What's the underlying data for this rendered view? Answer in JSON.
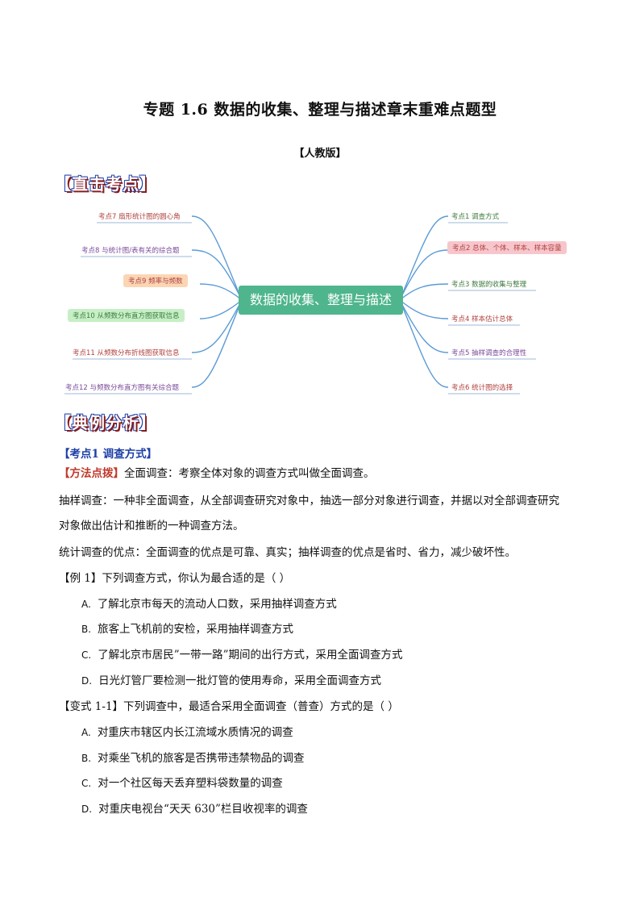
{
  "title": "专题 1.6    数据的收集、整理与描述章末重难点题型",
  "edition": "【人教版】",
  "banners": {
    "kaodian": "【直击考点】",
    "dianli": "【典例分析】"
  },
  "mindmap": {
    "center": "数据的收集、整理与描述",
    "left": [
      "考点7 扇形统计图的圆心角",
      "考点8 与统计图/表有关的综合题",
      "考点9 频率与频数",
      "考点10 从频数分布直方图获取信息",
      "考点11 从频数分布折线图获取信息",
      "考点12 与频数分布直方图有关综合题"
    ],
    "right": [
      "考点1 调查方式",
      "考点2 总体、个体、样本、样本容量",
      "考点3 数据的收集与整理",
      "考点4 样本估计总体",
      "考点5 抽样调查的合理性",
      "考点6 统计图的选择"
    ],
    "colors": {
      "branch": "#5b9bd5",
      "center": "#4fb58d",
      "red_text": "#b0413e",
      "purple_text": "#7a4a9a",
      "green_text": "#3e7a3e",
      "orange_fill": "#fbd6b4",
      "green_fill": "#c6efc6",
      "pink_fill": "#f7c6cc"
    }
  },
  "kaodian1": {
    "heading": "【考点1    调查方式】",
    "method_tag": "【方法点拨】",
    "method_text": "全面调查：考察全体对象的调查方式叫做全面调查。",
    "p1a": "抽样调查：一种非全面调查，从全部调查研究对象中，抽选一部分对象进行调查，并据以对全部调查研究",
    "p1b": "对象做出估计和推断的一种调查方法。",
    "p2": "统计调查的优点：全面调查的优点是可靠、真实；抽样调查的优点是省时、省力，减少破坏性。"
  },
  "example1": {
    "tag": "【例 1】",
    "question": "下列调查方式，你认为最合适的是（        ）",
    "options": [
      {
        "letter": "A.",
        "text": "了解北京市每天的流动人口数，采用抽样调查方式"
      },
      {
        "letter": "B.",
        "text": "旅客上飞机前的安检，采用抽样调查方式"
      },
      {
        "letter": "C.",
        "text": "了解北京市居民”一带一路”期间的出行方式，采用全面调查方式"
      },
      {
        "letter": "D.",
        "text": "日光灯管厂要检测一批灯管的使用寿命，采用全面调查方式"
      }
    ]
  },
  "variant1": {
    "tag": "【变式 1-1】",
    "question": "下列调查中，最适合采用全面调查（普查）方式的是（        ）",
    "options": [
      {
        "letter": "A.",
        "text": "对重庆市辖区内长江流域水质情况的调查"
      },
      {
        "letter": "B.",
        "text": "对乘坐飞机的旅客是否携带违禁物品的调查"
      },
      {
        "letter": "C.",
        "text": "对一个社区每天丢弃塑料袋数量的调查"
      },
      {
        "letter": "D.",
        "text": "对重庆电视台“天天 630”栏目收视率的调查"
      }
    ]
  }
}
